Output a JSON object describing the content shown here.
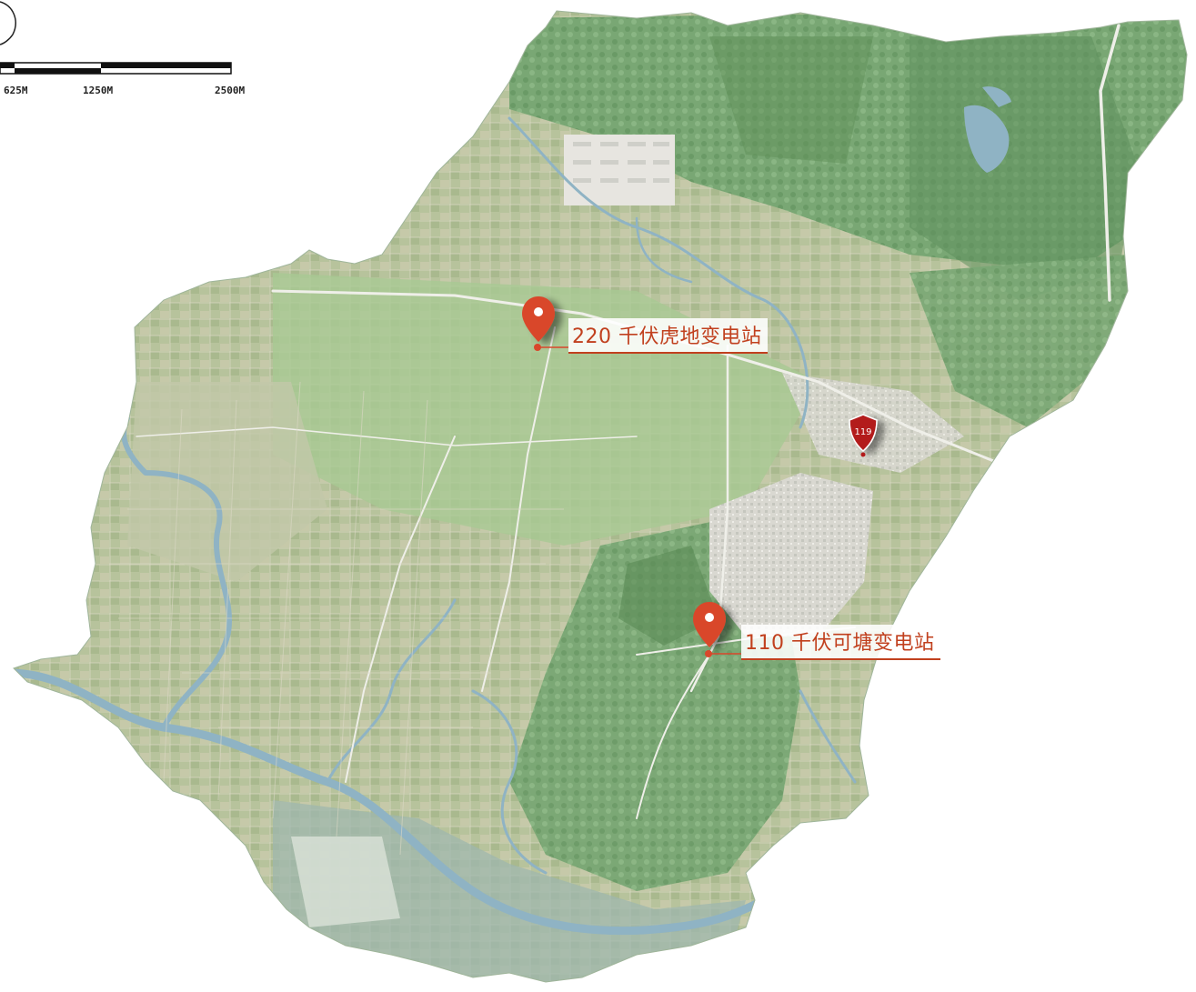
{
  "scale_bar": {
    "labels": [
      "625M",
      "1250M",
      "2500M"
    ]
  },
  "markers": [
    {
      "id": "tiger-substation",
      "label": "220 千伏虎地变电站",
      "color": "#d9472b"
    },
    {
      "id": "ketang-substation",
      "label": "110 千伏可塘变电站",
      "color": "#d9472b"
    }
  ],
  "fire_station": {
    "number": "119",
    "color": "#b31b1b"
  },
  "colors": {
    "water": "#8fb3c4",
    "forest": "#6e9e6a",
    "farmland": "#b8c9a4",
    "urban": "#d7d6d0"
  }
}
